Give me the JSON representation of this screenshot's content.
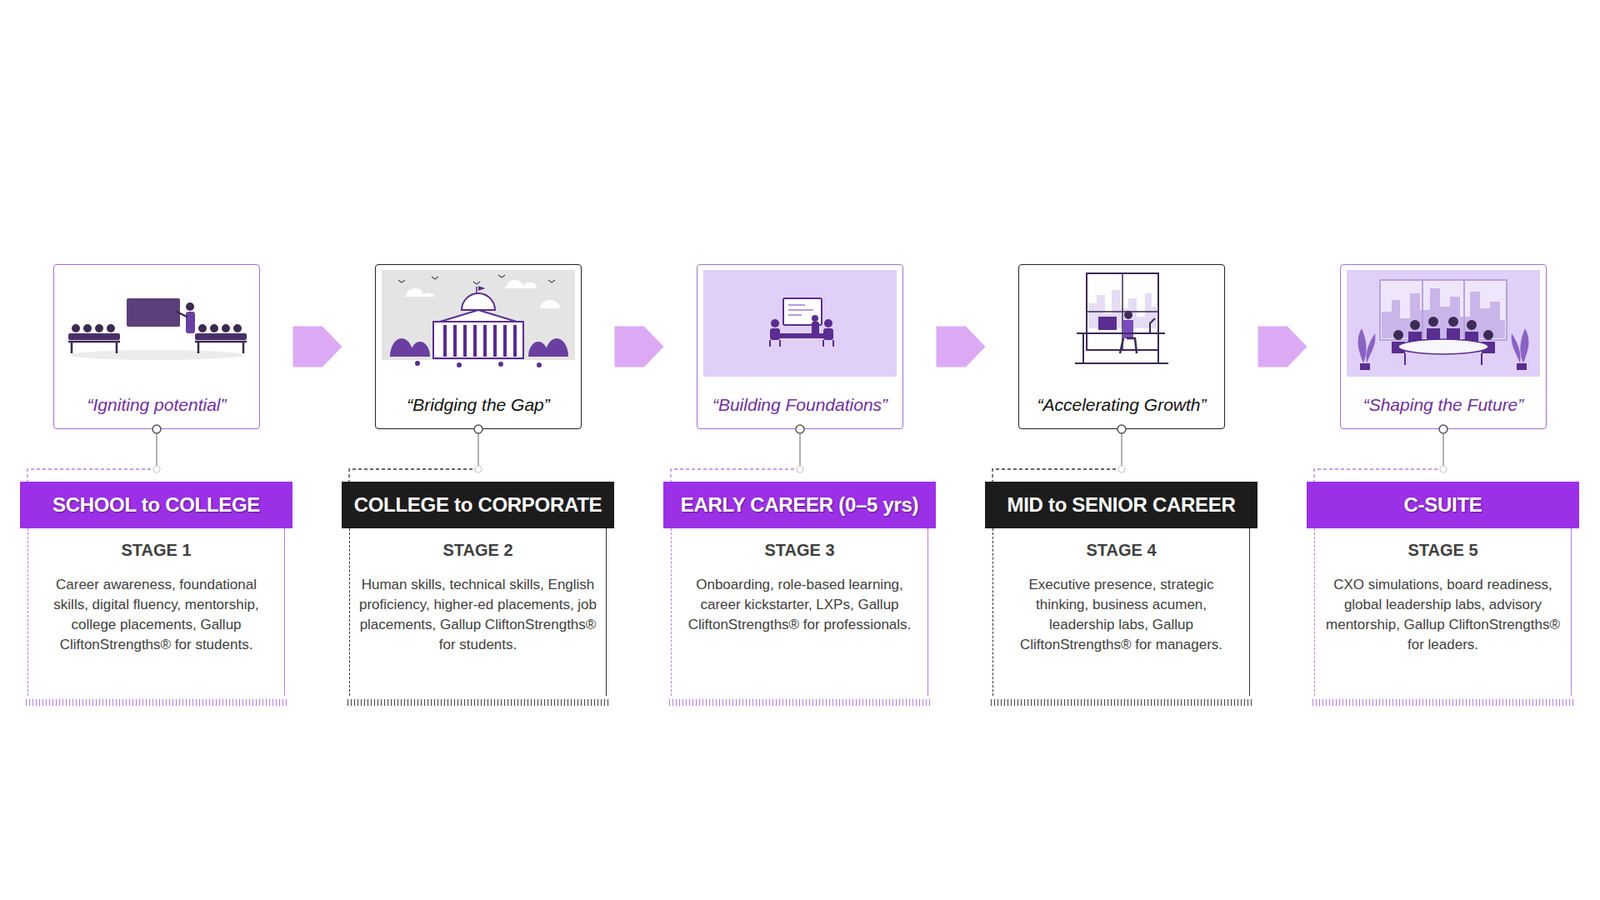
{
  "diagram": {
    "nodes": [
      {
        "text": [
          "“Igniting potential”"
        ]
      },
      {
        "text": [
          "SCHOOL to COLLEGE"
        ]
      },
      {
        "text": [
          "STAGE 1",
          "Career awareness, foundational skills, digital fluency, mentorship, college placements, Gallup CliftonStrengths® for students."
        ]
      },
      {
        "text": [
          "“Bridging the Gap”"
        ]
      },
      {
        "text": [
          "COLLEGE to CORPORATE"
        ]
      },
      {
        "text": [
          "STAGE 2",
          "Human skills, technical skills, English proficiency, higher-ed placements, job placements, Gallup CliftonStrengths® for students."
        ]
      },
      {
        "text": [
          "“Building Foundations”"
        ]
      },
      {
        "text": [
          "EARLY CAREER (0–5 yrs)"
        ]
      },
      {
        "text": [
          "STAGE 3",
          "Onboarding, role-based learning, career kickstarter, LXPs, Gallup CliftonStrengths® for professionals."
        ]
      },
      {
        "text": [
          "“Accelerating Growth”"
        ]
      },
      {
        "text": [
          "MID to SENIOR CAREER"
        ]
      },
      {
        "text": [
          "STAGE 4",
          "Executive presence, strategic thinking, business acumen, leadership labs, Gallup CliftonStrengths® for managers."
        ]
      },
      {
        "text": [
          "“Shaping the Future”"
        ]
      },
      {
        "text": [
          "C-SUITE"
        ]
      },
      {
        "text": [
          "STAGE 5",
          "CXO simulations, board readiness, global leadership labs, advisory mentorship, Gallup CliftonStrengths® for leaders."
        ]
      }
    ],
    "edges": [
      {
        "from": 0,
        "to": 1,
        "arrow": "none"
      },
      {
        "from": 3,
        "to": 4,
        "arrow": "none"
      },
      {
        "from": 6,
        "to": 7,
        "arrow": "none"
      },
      {
        "from": 9,
        "to": 10,
        "arrow": "none"
      },
      {
        "from": 12,
        "to": 13,
        "arrow": "none"
      },
      {
        "from": 0,
        "to": 3,
        "arrow": "to"
      },
      {
        "from": 3,
        "to": 6,
        "arrow": "to"
      },
      {
        "from": 6,
        "to": 9,
        "arrow": "to"
      },
      {
        "from": 9,
        "to": 12,
        "arrow": "to"
      }
    ]
  }
}
